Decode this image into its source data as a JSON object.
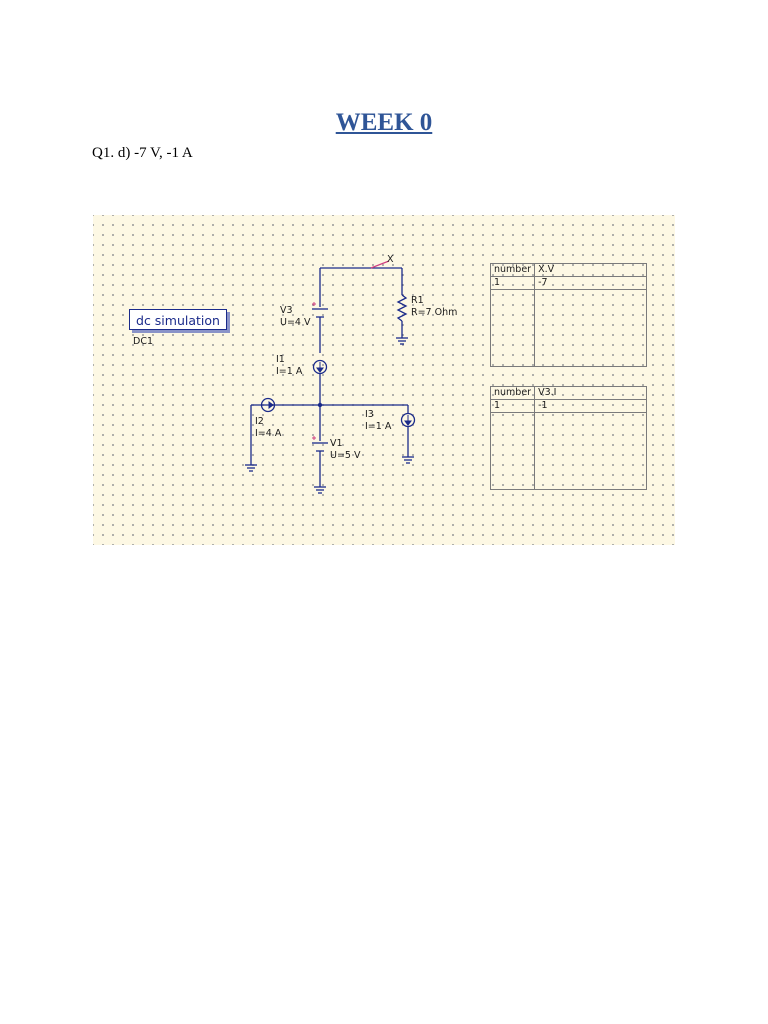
{
  "title": "WEEK 0",
  "question": "Q1. d) -7 V, -1 A",
  "schematic": {
    "simulation": {
      "label": "dc simulation",
      "name": "DC1"
    },
    "node_label": "X",
    "components": {
      "V3": {
        "name": "V3",
        "value": "U=4 V"
      },
      "R1": {
        "name": "R1",
        "value": "R=7 Ohm"
      },
      "I1": {
        "name": "I1",
        "value": "I=1 A"
      },
      "I2": {
        "name": "I2",
        "value": "I=4 A"
      },
      "I3": {
        "name": "I3",
        "value": "I=1 A"
      },
      "V1": {
        "name": "V1",
        "value": "U=5 V"
      }
    },
    "tables": [
      {
        "headers": [
          "number",
          "X.V"
        ],
        "rows": [
          [
            "1",
            "-7"
          ]
        ]
      },
      {
        "headers": [
          "number",
          "V3.I"
        ],
        "rows": [
          [
            "1",
            "-1"
          ]
        ]
      }
    ]
  },
  "colors": {
    "wire": "#1a2a8a",
    "title": "#2f5597",
    "grid_bg": "#fdf8e4"
  }
}
